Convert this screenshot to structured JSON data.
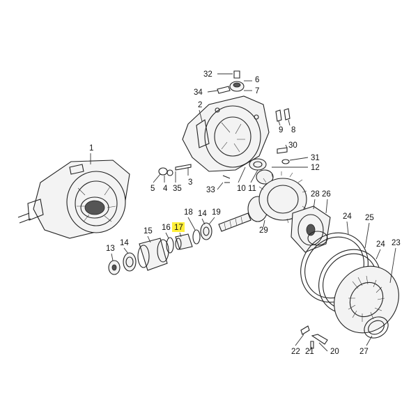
{
  "diagram": {
    "highlight_color": "#ffef3a",
    "highlighted_callout": "17",
    "callouts": [
      {
        "id": "c1",
        "label": "1"
      },
      {
        "id": "c2",
        "label": "2"
      },
      {
        "id": "c3",
        "label": "3"
      },
      {
        "id": "c4",
        "label": "4"
      },
      {
        "id": "c5",
        "label": "5"
      },
      {
        "id": "c6",
        "label": "6"
      },
      {
        "id": "c7",
        "label": "7"
      },
      {
        "id": "c8",
        "label": "8"
      },
      {
        "id": "c9",
        "label": "9"
      },
      {
        "id": "c10",
        "label": "10"
      },
      {
        "id": "c11",
        "label": "11"
      },
      {
        "id": "c12",
        "label": "12"
      },
      {
        "id": "c13",
        "label": "13"
      },
      {
        "id": "c14a",
        "label": "14"
      },
      {
        "id": "c14b",
        "label": "14"
      },
      {
        "id": "c15",
        "label": "15"
      },
      {
        "id": "c16",
        "label": "16"
      },
      {
        "id": "c17",
        "label": "17"
      },
      {
        "id": "c18",
        "label": "18"
      },
      {
        "id": "c19",
        "label": "19"
      },
      {
        "id": "c20",
        "label": "20"
      },
      {
        "id": "c21",
        "label": "21"
      },
      {
        "id": "c22",
        "label": "22"
      },
      {
        "id": "c23",
        "label": "23"
      },
      {
        "id": "c24a",
        "label": "24"
      },
      {
        "id": "c24b",
        "label": "24"
      },
      {
        "id": "c25",
        "label": "25"
      },
      {
        "id": "c26",
        "label": "26"
      },
      {
        "id": "c27",
        "label": "27"
      },
      {
        "id": "c28",
        "label": "28"
      },
      {
        "id": "c29",
        "label": "29"
      },
      {
        "id": "c30",
        "label": "30"
      },
      {
        "id": "c31",
        "label": "31"
      },
      {
        "id": "c32",
        "label": "32"
      },
      {
        "id": "c33",
        "label": "33"
      },
      {
        "id": "c34",
        "label": "34"
      },
      {
        "id": "c35",
        "label": "35"
      }
    ]
  }
}
